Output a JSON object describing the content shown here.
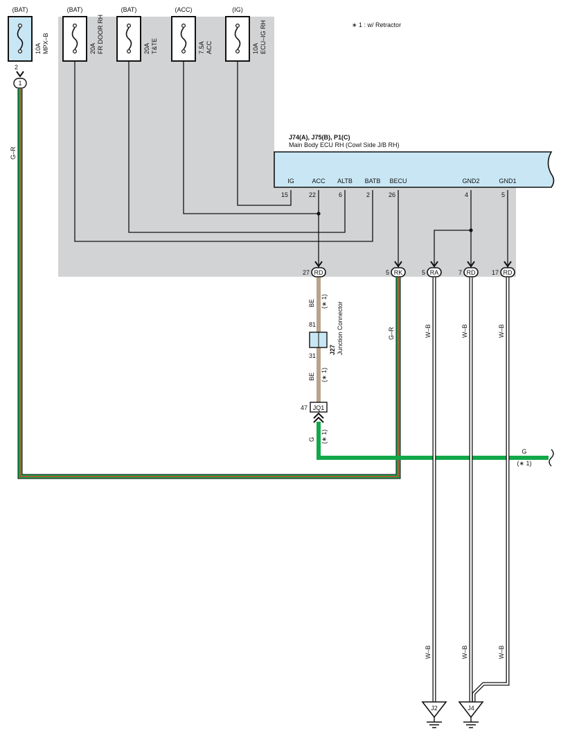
{
  "note": "∗ 1 : w/ Retractor",
  "colors": {
    "shade": "#d2d3d5",
    "fuse_fill": "#c9e6f4",
    "ecu_fill": "#c9e6f4",
    "wire_green": "#12a84a",
    "wire_beige": "#b8a48c",
    "wire_red": "#e0412b",
    "wire_black": "#111111"
  },
  "fuses": [
    {
      "id": "mpx-b",
      "source": "(BAT)",
      "amp": "10A",
      "name": "MPX–B",
      "pin": "2",
      "connector": "1"
    },
    {
      "id": "fr-door-rh",
      "source": "(BAT)",
      "amp": "20A",
      "name": "FR DOOR RH"
    },
    {
      "id": "t-te",
      "source": "(BAT)",
      "amp": "20A",
      "name": "T&TE"
    },
    {
      "id": "acc",
      "source": "(ACC)",
      "amp": "7.5A",
      "name": "ACC"
    },
    {
      "id": "ecu-ig-rh",
      "source": "(IG)",
      "amp": "10A",
      "name": "ECU–IG RH"
    }
  ],
  "ecu": {
    "connectors": "J74(A), J75(B), P1(C)",
    "name": "Main Body ECU RH (Cowl Side J/B RH)",
    "terminals": [
      {
        "label": "IG",
        "pin": "15"
      },
      {
        "label": "ACC",
        "pin": "22"
      },
      {
        "label": "ALTB",
        "pin": "6"
      },
      {
        "label": "BATB",
        "pin": "2"
      },
      {
        "label": "BECU",
        "pin": "26"
      },
      {
        "label": "GND2",
        "pin": "4"
      },
      {
        "label": "GND1",
        "pin": "5"
      }
    ]
  },
  "harness_connectors": [
    {
      "pin": "27",
      "code": "RD"
    },
    {
      "pin": "5",
      "code": "RK"
    },
    {
      "pin": "5",
      "code": "RA"
    },
    {
      "pin": "7",
      "code": "RD"
    },
    {
      "pin": "17",
      "code": "RD"
    }
  ],
  "wire_labels": {
    "mpx": "G–R",
    "becu": "G–R",
    "acc_upper": "BE",
    "acc_lower": "BE",
    "jq1_out": "G",
    "main_g": "G",
    "gnd_a": "W–B",
    "gnd_b": "W–B",
    "gnd_c": "W–B",
    "gnd_a_low": "W–B",
    "gnd_b_low": "W–B",
    "gnd_c_low": "W–B",
    "retractor_mark": "(∗ 1)"
  },
  "junction": {
    "id": "J27",
    "name": "Junction Connector",
    "pin_top": "81",
    "pin_bottom": "31"
  },
  "jq1": {
    "pin": "47",
    "code": "JQ1"
  },
  "grounds": [
    {
      "code": "J2"
    },
    {
      "code": "J4"
    }
  ]
}
